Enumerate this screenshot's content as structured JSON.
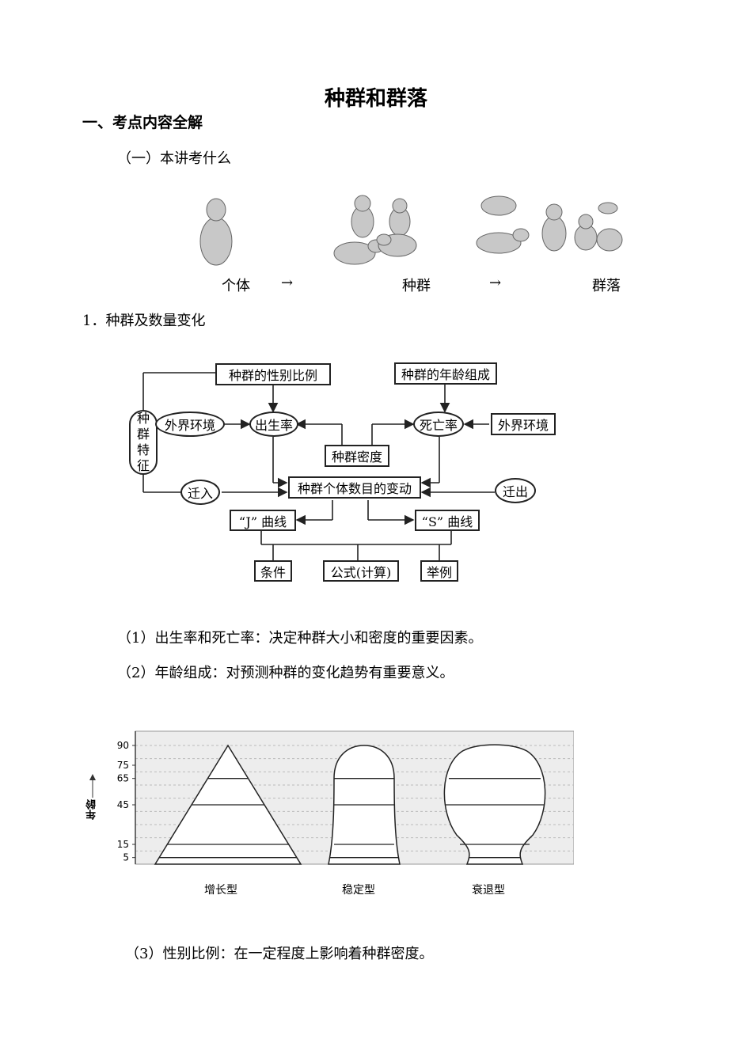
{
  "title": "种群和群落",
  "section1": "一、考点内容全解",
  "subsection1": "（一）本讲考什么",
  "animals": {
    "individual": "个体",
    "arrow1": "→",
    "population": "种群",
    "arrow2": "→",
    "community": "群落"
  },
  "section_pop": "1．种群及数量变化",
  "concept_map": {
    "sex_ratio": "种群的性别比例",
    "age_structure": "种群的年龄组成",
    "characteristics": [
      "种",
      "群",
      "特",
      "征"
    ],
    "environment_left": "外界环境",
    "birth_rate": "出生率",
    "death_rate": "死亡率",
    "environment_right": "外界环境",
    "density": "种群密度",
    "immigration": "迁入",
    "emigration": "迁出",
    "change": "种群个体数目的变动",
    "j_curve": "“J” 曲线",
    "s_curve": "“S” 曲线",
    "condition": "条件",
    "formula": "公式(计算)",
    "example": "举例"
  },
  "points": {
    "p1": "（1）出生率和死亡率：决定种群大小和密度的重要因素。",
    "p2": "（2）年龄组成：对预测种群的变化趋势有重要意义。",
    "p3": "（3）性别比例：在一定程度上影响着种群密度。"
  },
  "chart_data": {
    "type": "diagram",
    "ylabel": "年龄",
    "y_ticks": [
      5,
      15,
      45,
      65,
      75,
      90
    ],
    "ylim": [
      0,
      90
    ],
    "categories": [
      "增长型",
      "稳定型",
      "衰退型"
    ]
  }
}
